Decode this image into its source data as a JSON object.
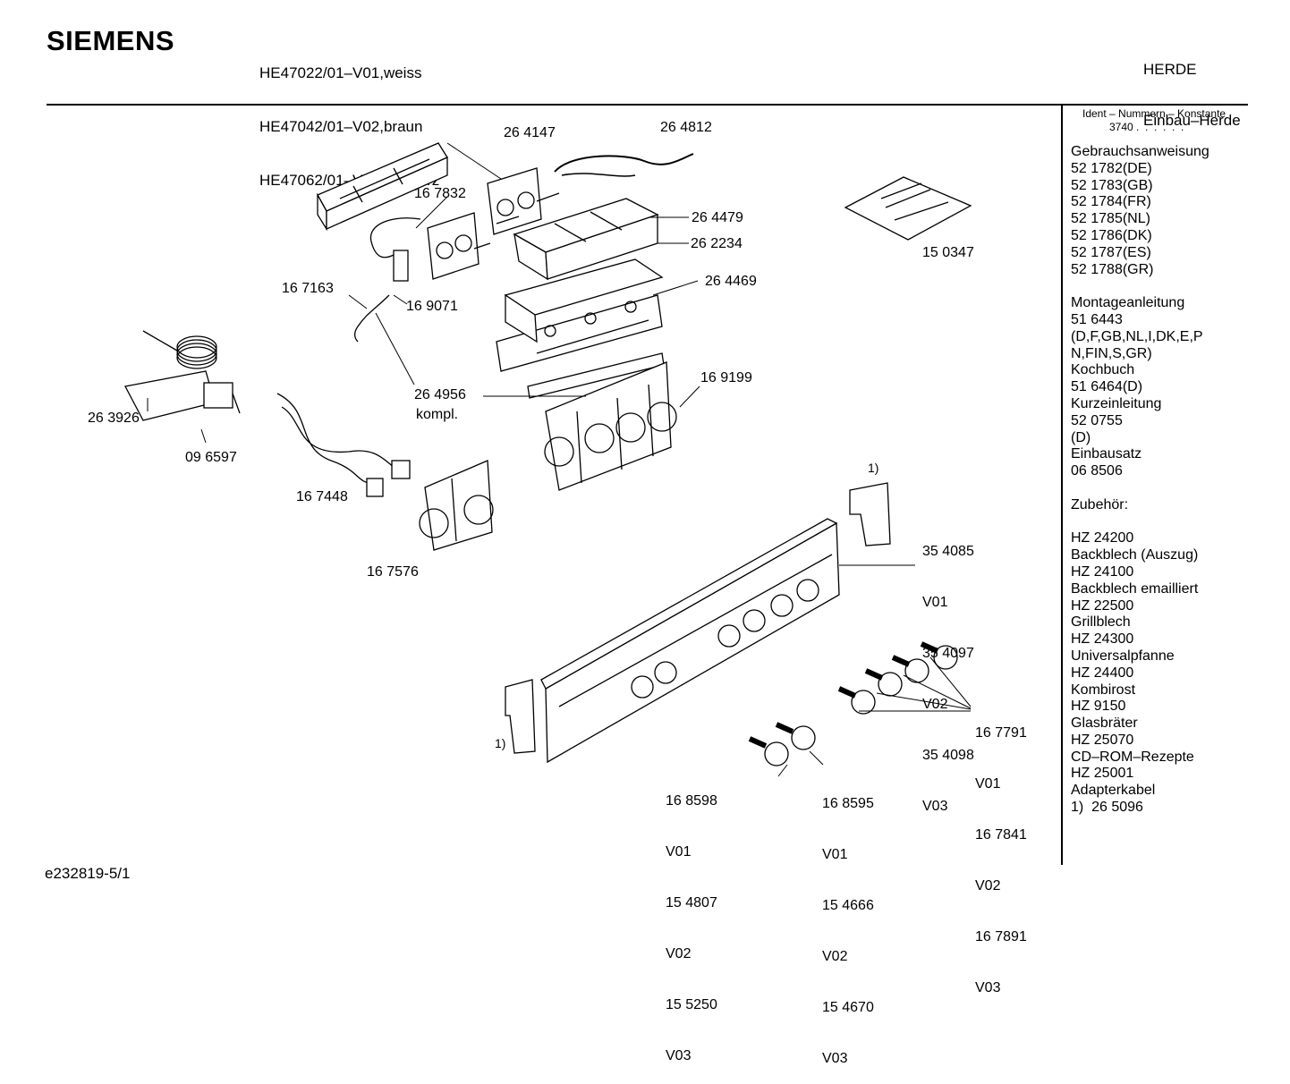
{
  "header": {
    "brand": "SIEMENS",
    "models": [
      "HE47022/01–V01,weiss",
      "HE47042/01–V02,braun",
      "HE47062/01–V03,schwarz"
    ],
    "category": [
      "HERDE",
      "Einbau–Herde"
    ]
  },
  "sidebar": {
    "ident_header": "Ident – Nummern – Konstante",
    "ident_value": "3740 .  .  .  .  .  .",
    "lines": [
      "Gebrauchsanweisung",
      "52 1782(DE)",
      "52 1783(GB)",
      "52 1784(FR)",
      "52 1785(NL)",
      "52 1786(DK)",
      "52 1787(ES)",
      "52 1788(GR)",
      "",
      "Montageanleitung",
      "51 6443",
      "(D,F,GB,NL,I,DK,E,P",
      "N,FIN,S,GR)",
      "Kochbuch",
      "51 6464(D)",
      "Kurzeinleitung",
      "52 0755",
      "(D)",
      "Einbausatz",
      "06 8506",
      "",
      "Zubehör:",
      "",
      "HZ 24200",
      "Backblech (Auszug)",
      "HZ 24100",
      "Backblech emailliert",
      "HZ 22500",
      "Grillblech",
      "HZ 24300",
      "Universalpfanne",
      "HZ 24400",
      "Kombirost",
      "HZ 9150",
      "Glasbräter",
      "HZ 25070",
      "CD–ROM–Rezepte",
      "HZ 25001",
      "Adapterkabel",
      "1)  26 5096"
    ]
  },
  "parts": {
    "p264147": "26 4147",
    "p264812": "26 4812",
    "p167832": "16 7832",
    "p264479": "26 4479",
    "p262234": "26 2234",
    "p150347": "15 0347",
    "p167163": "16 7163",
    "p169071": "16 9071",
    "p264469": "26 4469",
    "p264956": "26 4956",
    "p264956b": "kompl.",
    "p169199": "16 9199",
    "p263926": "26 3926",
    "p096597": "09 6597",
    "p167448": "16 7448",
    "p167576": "16 7576",
    "note1a": "1)",
    "note1b": "1)",
    "panel": [
      "35 4085",
      "V01",
      "35 4097",
      "V02",
      "35 4098",
      "V03"
    ],
    "knobs_right": [
      "16 7791",
      "V01",
      "16 7841",
      "V02",
      "16 7891",
      "V03"
    ],
    "knobs_left_a": [
      "16 8598",
      "V01",
      "15 4807",
      "V02",
      "15 5250",
      "V03"
    ],
    "knobs_left_b": [
      "16 8595",
      "V01",
      "15 4666",
      "V02",
      "15 4670",
      "V03"
    ]
  },
  "footer": {
    "doc_id": "e232819-5/1"
  }
}
